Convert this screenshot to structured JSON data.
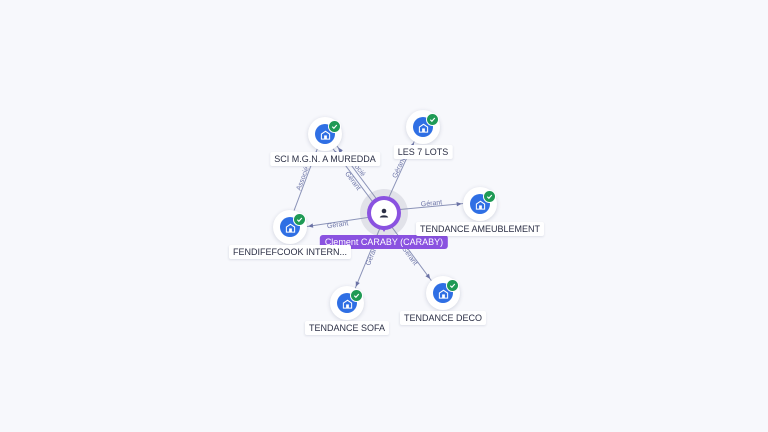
{
  "center": {
    "label": "Clement CARABY (CARABY)",
    "icon": "person-icon",
    "accent": "#8a52e0"
  },
  "nodes": [
    {
      "id": "sci",
      "label": "SCI M.G.N. A MUREDDA",
      "icon": "building-icon"
    },
    {
      "id": "les7",
      "label": "LES 7 LOTS",
      "icon": "building-icon"
    },
    {
      "id": "tam",
      "label": "TENDANCE AMEUBLEMENT",
      "icon": "building-icon"
    },
    {
      "id": "fend",
      "label": "FENDIFEFCOOK INTERN...",
      "icon": "building-icon"
    },
    {
      "id": "tsofa",
      "label": "TENDANCE SOFA",
      "icon": "building-icon"
    },
    {
      "id": "tdeco",
      "label": "TENDANCE DECO",
      "icon": "building-icon"
    }
  ],
  "edges": [
    {
      "from": "center",
      "to": "sci",
      "label": "Gérant"
    },
    {
      "from": "center",
      "to": "sci",
      "label": "Associé"
    },
    {
      "from": "center",
      "to": "les7",
      "label": "Gérant"
    },
    {
      "from": "center",
      "to": "tam",
      "label": "Gérant"
    },
    {
      "from": "center",
      "to": "fend",
      "label": "Gérant"
    },
    {
      "from": "fend",
      "to": "sci",
      "label": "Associé"
    },
    {
      "from": "center",
      "to": "tsofa",
      "label": "Gérant"
    },
    {
      "from": "center",
      "to": "tdeco",
      "label": "Gérant"
    }
  ],
  "colors": {
    "node": "#2f6fe4",
    "check": "#1f9a55",
    "edge": "#8b93b8",
    "edge_label": "#6b73a6"
  }
}
